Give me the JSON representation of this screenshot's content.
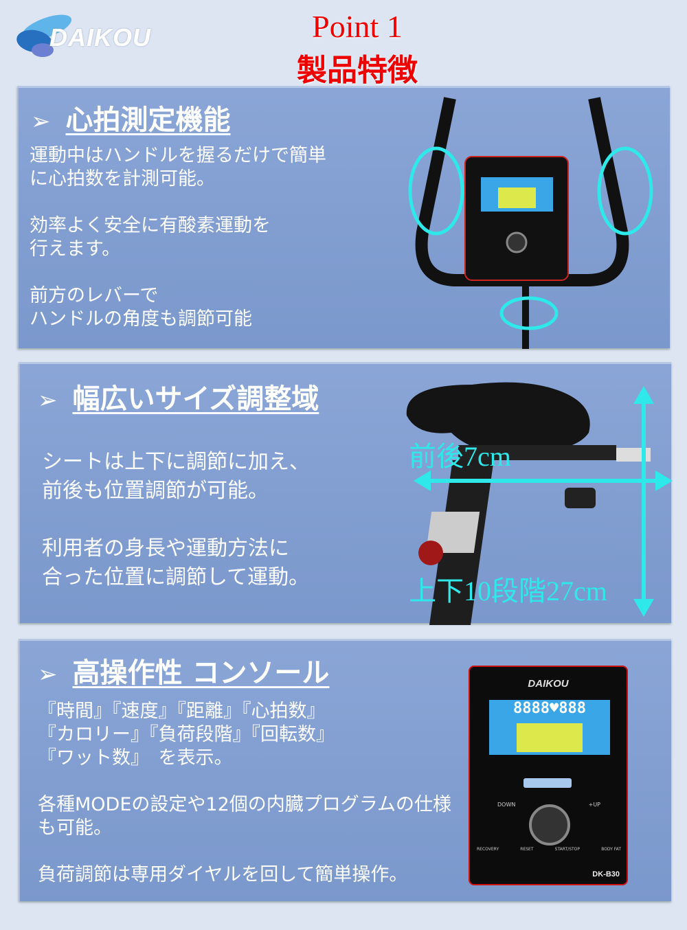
{
  "brand": {
    "logo_text": "DAIKOU"
  },
  "header": {
    "title": "Point 1",
    "subtitle": "製品特徴"
  },
  "sections": [
    {
      "heading": "心拍測定機能",
      "text": "運動中はハンドルを握るだけで簡単\nに心拍数を計測可能。\n\n効率よく安全に有酸素運動を\n行えます。\n\n前方のレバーで\nハンドルの角度も調節可能"
    },
    {
      "heading": "幅広いサイズ調整域",
      "text": "シートは上下に調節に加え、\n前後も位置調節が可能。\n\n利用者の身長や運動方法に\n合った位置に調節して運動。",
      "annotation_horizontal": "前後7cm",
      "annotation_vertical": "上下10段階27cm"
    },
    {
      "heading": "高操作性 コンソール",
      "text": "『時間』『速度』『距離』『心拍数』\n『カロリー』『負荷段階』『回転数』\n『ワット数』　を表示。\n\n各種MODEの設定や12個の内臓プログラムの仕様\nも可能。\n\n負荷調節は専用ダイヤルを回して簡単操作。"
    }
  ],
  "console": {
    "brand": "DAIKOU",
    "model": "DK-B30",
    "display": "8888♥888",
    "labels": [
      "DOWN",
      "+UP",
      "RECOVERY",
      "RESET",
      "START/STOP",
      "BODY FAT"
    ]
  },
  "colors": {
    "accent_title": "#ee0000",
    "highlight": "#2ee8ea",
    "panel": "#7f9ccf"
  }
}
